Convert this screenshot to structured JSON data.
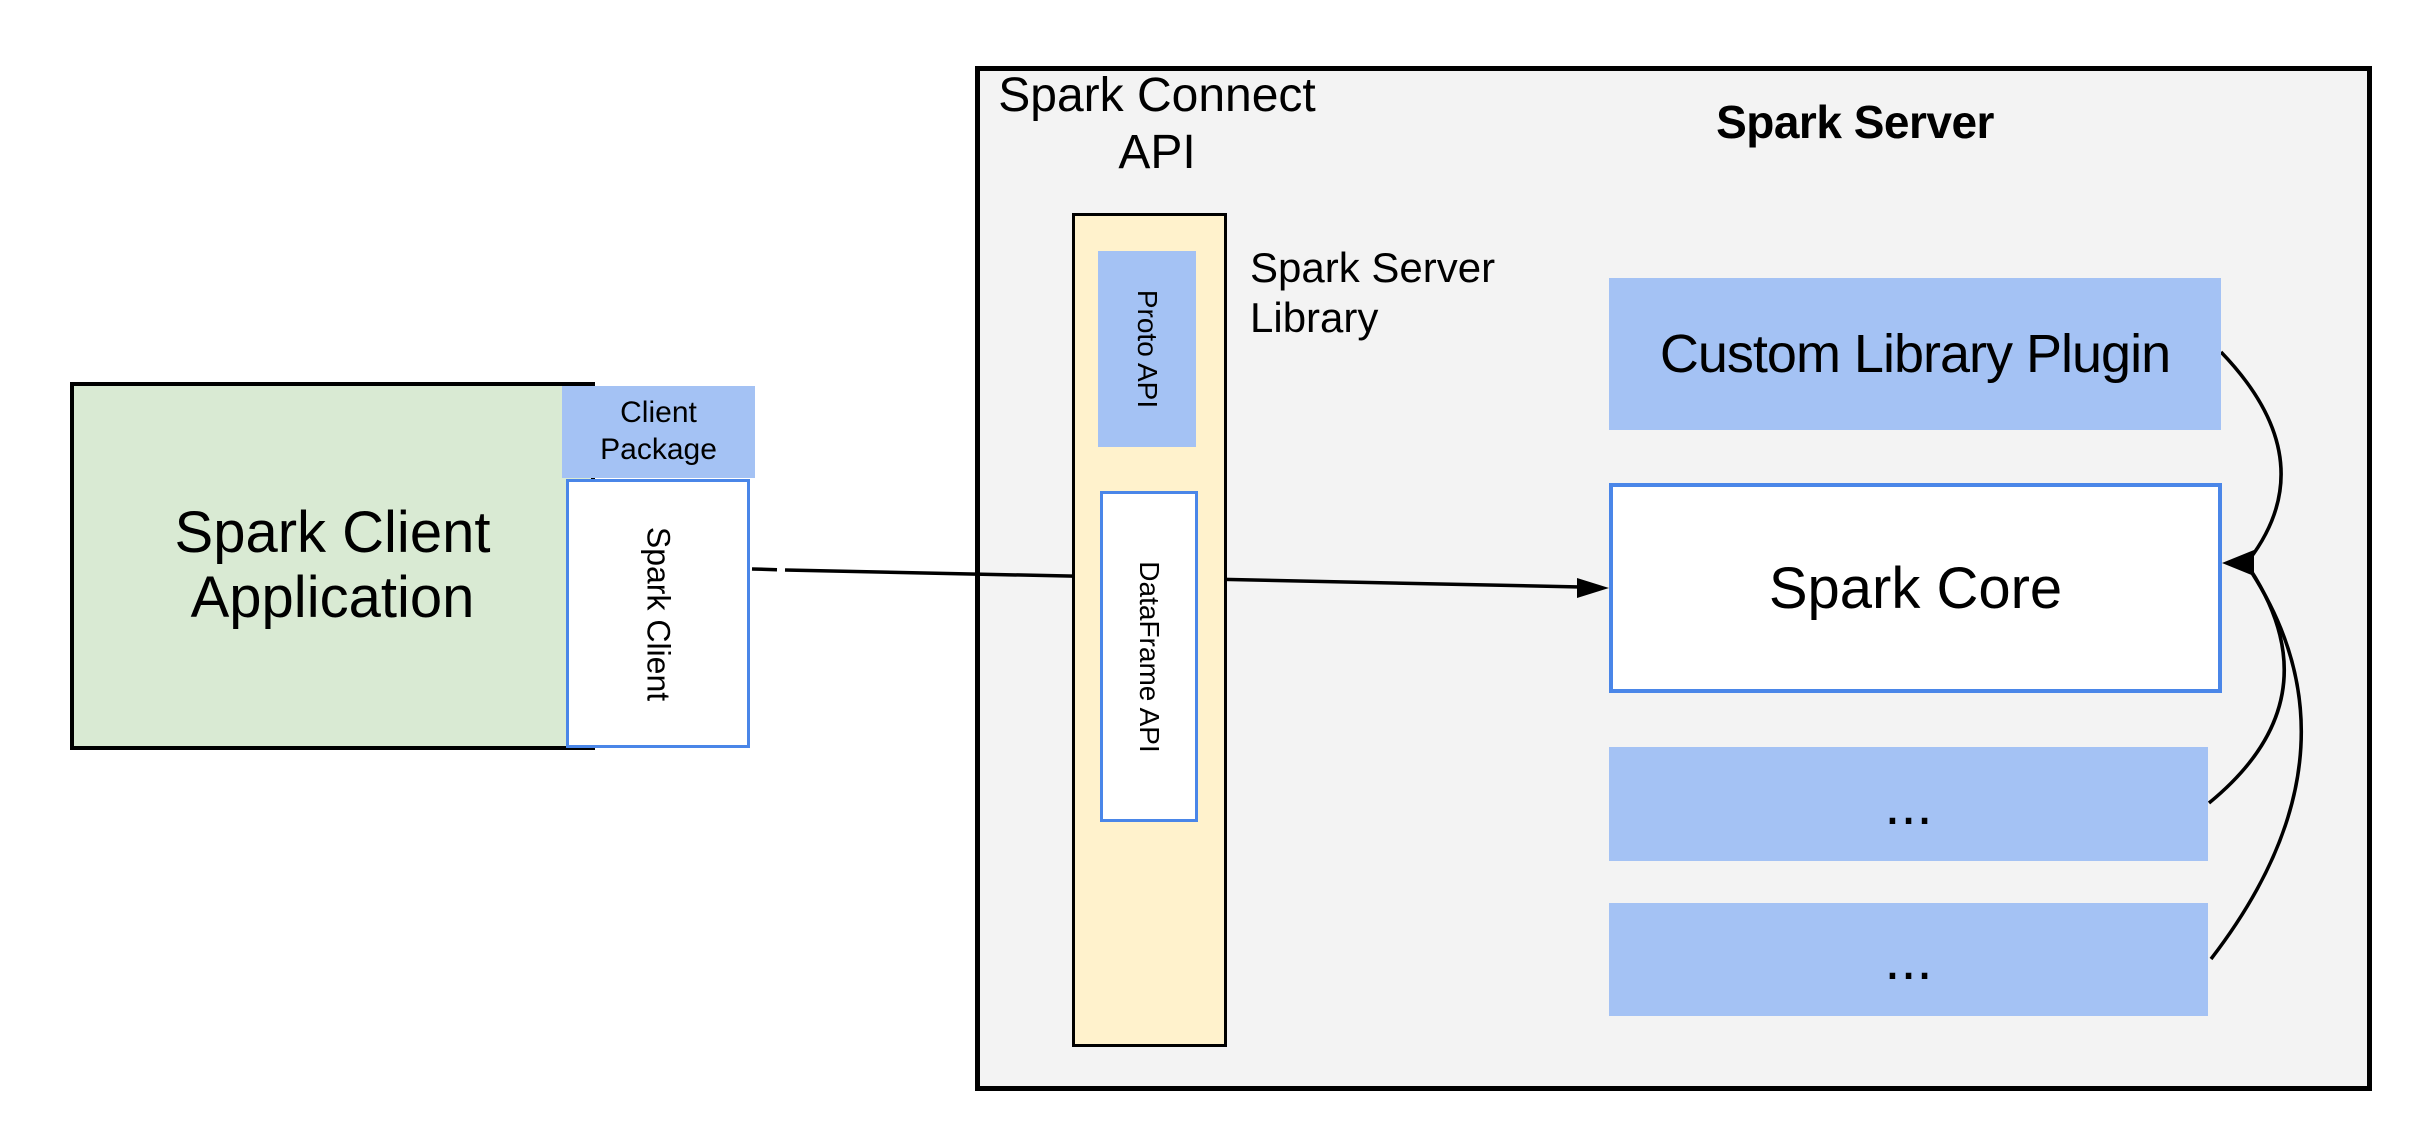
{
  "client": {
    "app_lines": [
      "Spark Client",
      "Application"
    ],
    "package_lines": [
      "Client",
      "Package"
    ],
    "client_box_label": "Spark Client"
  },
  "connect": {
    "title_lines": [
      "Spark Connect",
      "API"
    ],
    "proto_label": "Proto API",
    "dataframe_label": "DataFrame API",
    "library_label_lines": [
      "Spark Server",
      "Library"
    ]
  },
  "server": {
    "title": "Spark Server",
    "plugin_label": "Custom Library Plugin",
    "core_label": "Spark Core",
    "ellipsis_boxes": [
      "...",
      "..."
    ]
  },
  "palette": {
    "client_green": "#d9ead3",
    "accent_blue_fill": "#a4c2f4",
    "library_yellow": "#fff2cc",
    "panel_gray": "#f3f3f3",
    "box_border_blue": "#4a86e8",
    "line_black": "#000000",
    "page_background": "#ffffff"
  }
}
